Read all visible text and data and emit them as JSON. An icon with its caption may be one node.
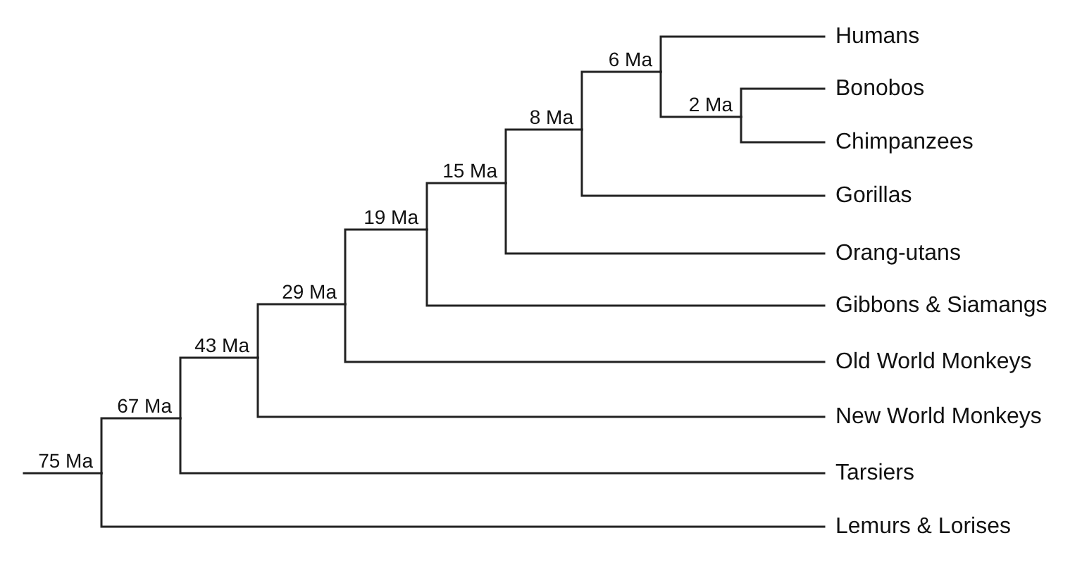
{
  "diagram": {
    "nodes": [
      {
        "text": [
          "75 Ma"
        ]
      },
      {
        "text": [
          "67 Ma"
        ]
      },
      {
        "text": [
          "43 Ma"
        ]
      },
      {
        "text": [
          "29 Ma"
        ]
      },
      {
        "text": [
          "19 Ma"
        ]
      },
      {
        "text": [
          "15 Ma"
        ]
      },
      {
        "text": [
          "8 Ma"
        ]
      },
      {
        "text": [
          "6 Ma"
        ]
      },
      {
        "text": [
          "2 Ma"
        ]
      },
      {
        "text": [
          "Humans"
        ]
      },
      {
        "text": [
          "Bonobos"
        ]
      },
      {
        "text": [
          "Chimpanzees"
        ]
      },
      {
        "text": [
          "Gorillas"
        ]
      },
      {
        "text": [
          "Orang-utans"
        ]
      },
      {
        "text": [
          "Gibbons & Siamangs"
        ]
      },
      {
        "text": [
          "Old World Monkeys"
        ]
      },
      {
        "text": [
          "New World Monkeys"
        ]
      },
      {
        "text": [
          "Tarsiers"
        ]
      },
      {
        "text": [
          "Lemurs & Lorises"
        ]
      }
    ],
    "edges": [
      {
        "from": null,
        "to": 0,
        "arrow": "none"
      },
      {
        "from": 0,
        "to": 1,
        "arrow": "none"
      },
      {
        "from": 0,
        "to": 18,
        "arrow": "none"
      },
      {
        "from": 1,
        "to": 2,
        "arrow": "none"
      },
      {
        "from": 1,
        "to": 17,
        "arrow": "none"
      },
      {
        "from": 2,
        "to": 3,
        "arrow": "none"
      },
      {
        "from": 2,
        "to": 16,
        "arrow": "none"
      },
      {
        "from": 3,
        "to": 4,
        "arrow": "none"
      },
      {
        "from": 3,
        "to": 15,
        "arrow": "none"
      },
      {
        "from": 4,
        "to": 5,
        "arrow": "none"
      },
      {
        "from": 4,
        "to": 14,
        "arrow": "none"
      },
      {
        "from": 5,
        "to": 6,
        "arrow": "none"
      },
      {
        "from": 5,
        "to": 13,
        "arrow": "none"
      },
      {
        "from": 6,
        "to": 7,
        "arrow": "none"
      },
      {
        "from": 6,
        "to": 12,
        "arrow": "none"
      },
      {
        "from": 7,
        "to": 9,
        "arrow": "none"
      },
      {
        "from": 7,
        "to": 8,
        "arrow": "none"
      },
      {
        "from": 8,
        "to": 10,
        "arrow": "none"
      },
      {
        "from": 8,
        "to": 11,
        "arrow": "none"
      }
    ]
  }
}
